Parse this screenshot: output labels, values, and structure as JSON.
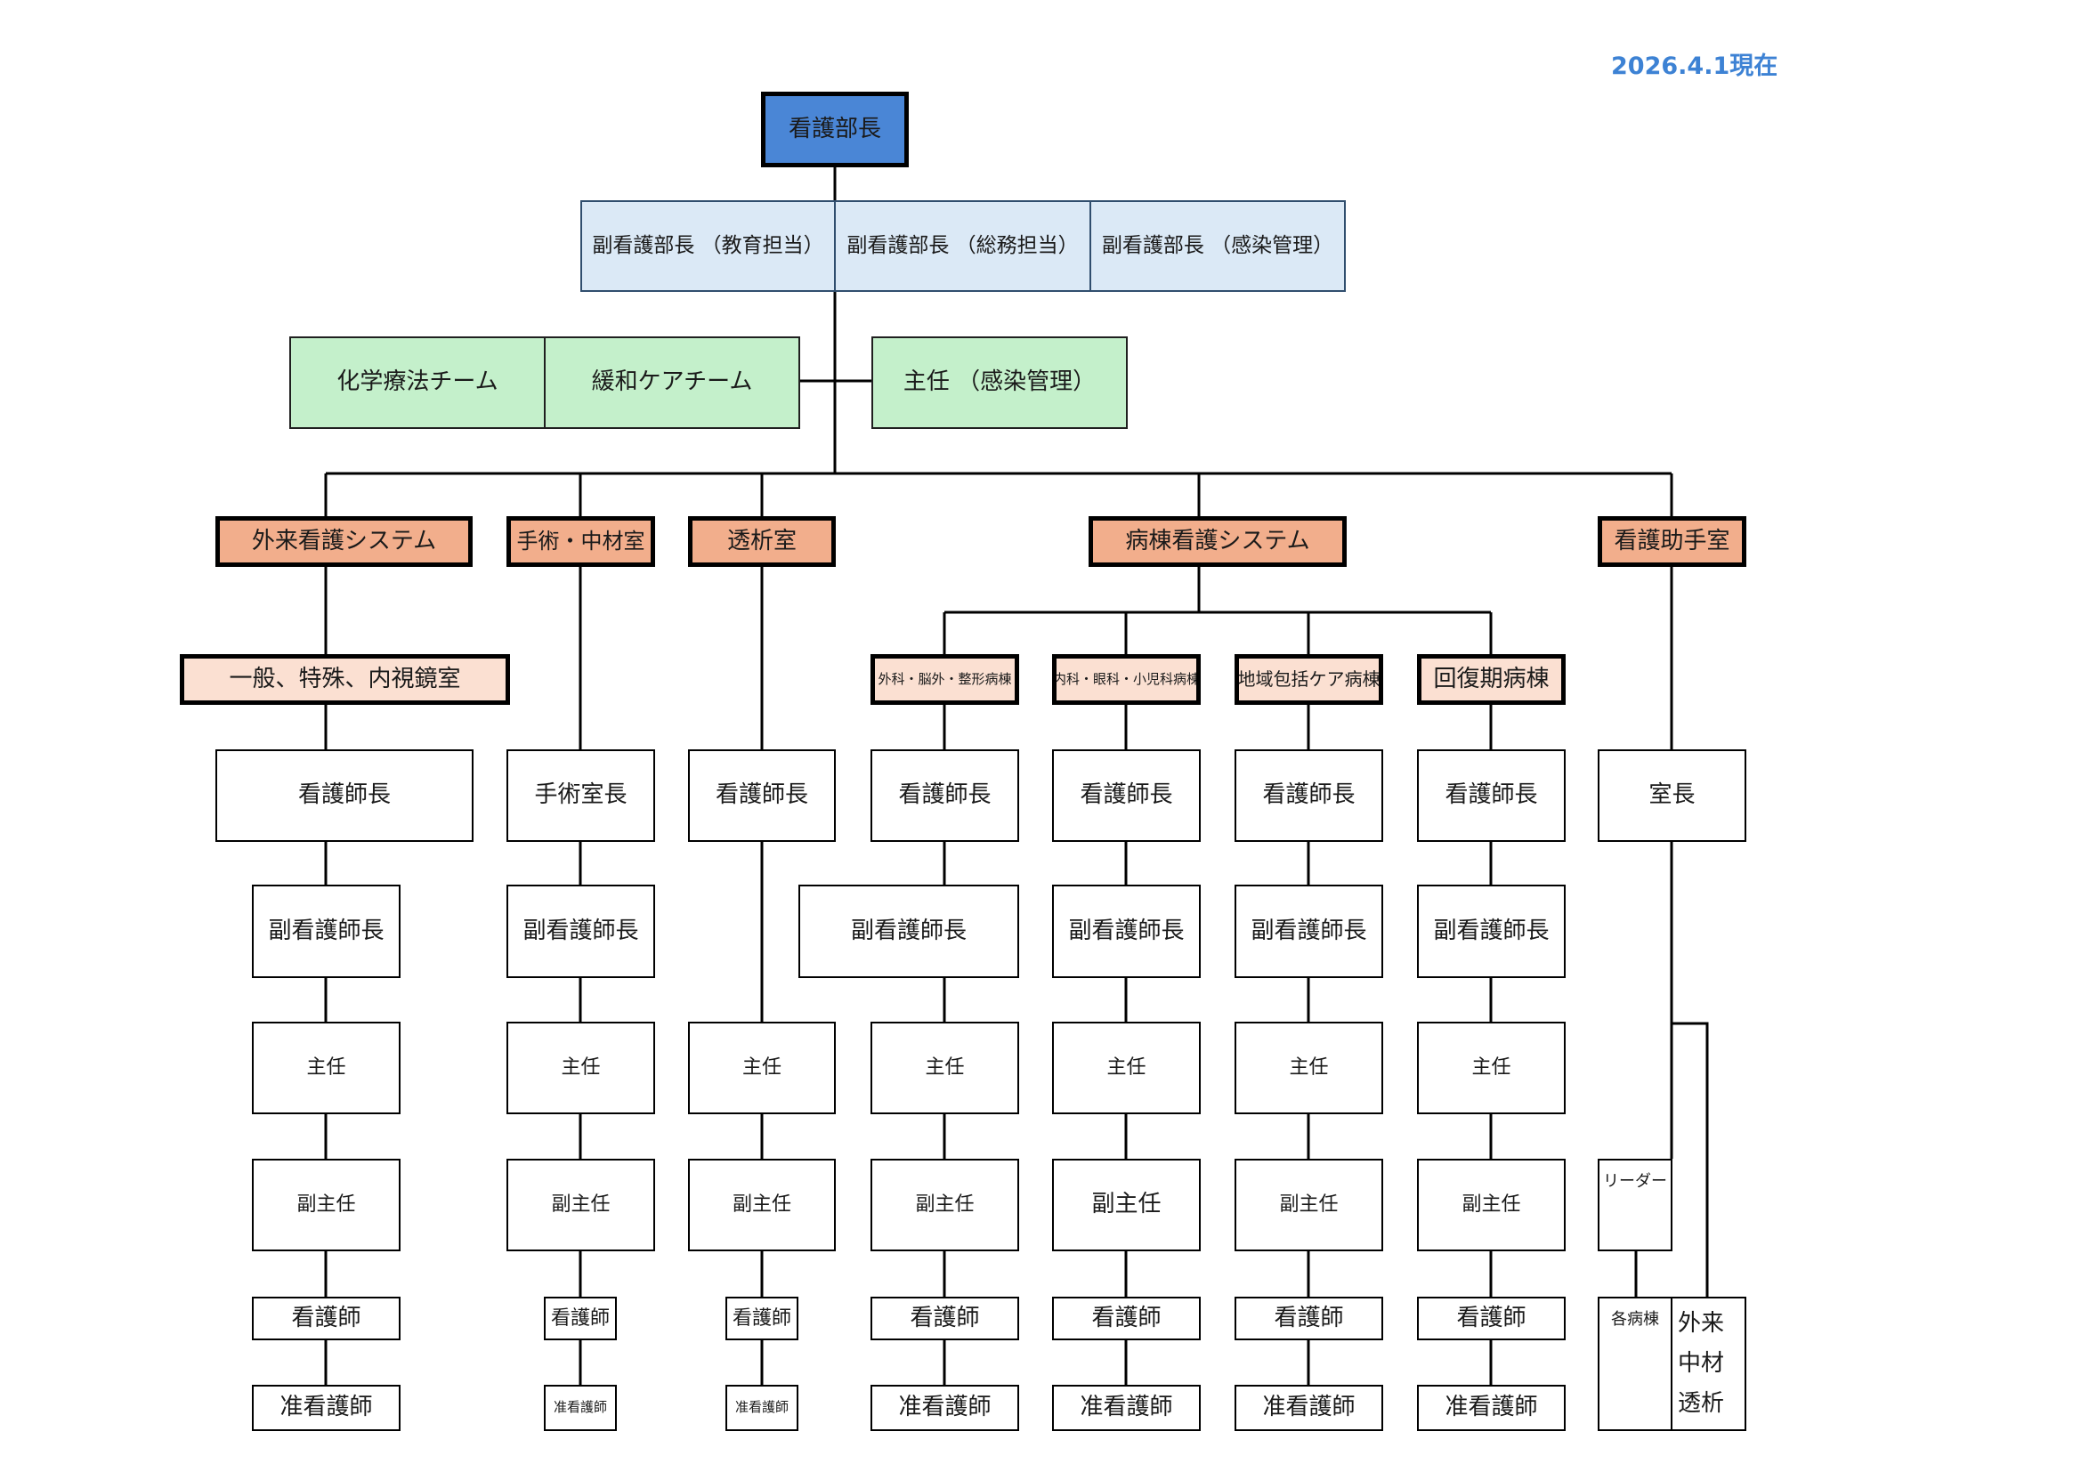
{
  "date_label": "2026.4.1現在",
  "head": "看護部長",
  "deputies": [
    "副看護部長 （教育担当）",
    "副看護部長 （総務担当）",
    "副看護部長 （感染管理）"
  ],
  "teams": [
    "化学療法チーム",
    "緩和ケアチーム",
    "主任 （感染管理）"
  ],
  "departments": [
    "外来看護システム",
    "手術・中材室",
    "透析室",
    "病棟看護システム",
    "看護助手室"
  ],
  "sub_units": [
    "一般、特殊、内視鏡室",
    "外科・脳外・整形病棟",
    "内科・眼科・小児科病棟",
    "地域包括ケア病棟",
    "回復期病棟"
  ],
  "roles": {
    "nurse_manager": "看護師長",
    "or_manager": "手術室長",
    "room_chief": "室長",
    "deputy_manager": "副看護師長",
    "chief": "主任",
    "deputy_chief": "副主任",
    "nurse": "看護師",
    "assoc_nurse": "准看護師",
    "leader": "リーダー",
    "each_ward": "各病棟",
    "outpatient_lines": [
      "外来",
      "中材",
      "透析"
    ]
  },
  "colors": {
    "head": "#4a86d6",
    "deputy": "#dbe9f6",
    "team": "#c4f0cb",
    "department": "#f2ae8c",
    "ward": "#fbe0d2",
    "date": "#3d82d4"
  }
}
